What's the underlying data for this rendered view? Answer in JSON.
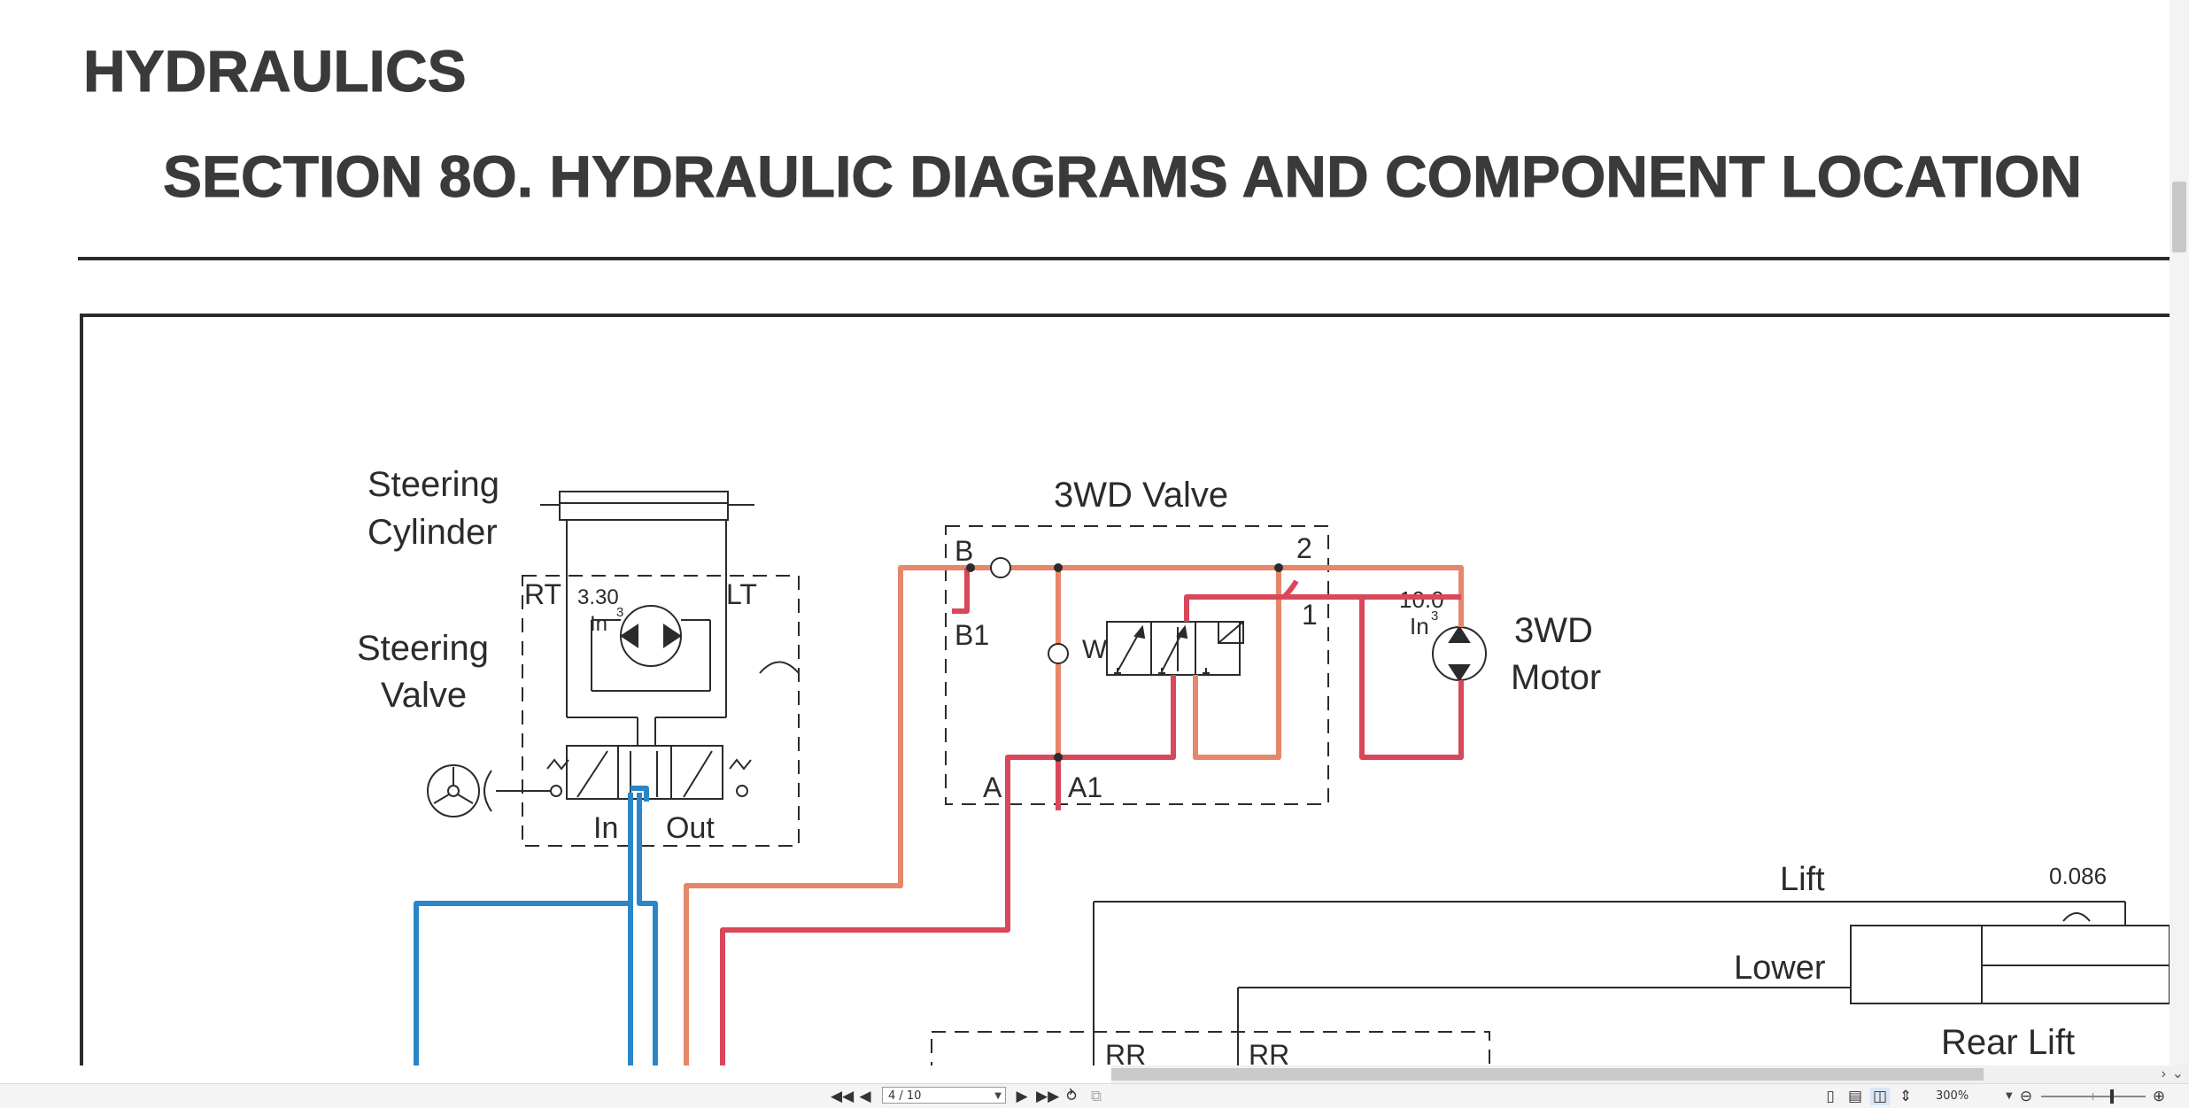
{
  "document": {
    "heading": "HYDRAULICS",
    "section_title": "SECTION 8O. HYDRAULIC DIAGRAMS AND COMPONENT LOCATION"
  },
  "diagram": {
    "steering_cylinder": [
      "Steering",
      "Cylinder"
    ],
    "steering_valve": [
      "Steering",
      "Valve"
    ],
    "rt": "RT",
    "lt": "LT",
    "steer_disp": "3.30",
    "steer_unit": "In",
    "steer_exp": "3",
    "port_in": "In",
    "port_out": "Out",
    "valve_3wd": "3WD Valve",
    "port_b": "B",
    "port_b1": "B1",
    "port_2": "2",
    "port_1": "1",
    "port_a": "A",
    "port_a1": "A1",
    "port_w": "W",
    "motor_disp": "10.0",
    "motor_unit": "In",
    "motor_exp": "3",
    "motor_label": [
      "3WD",
      "Motor"
    ],
    "lift": "Lift",
    "lower": "Lower",
    "orifice": "0.086",
    "rear_lift": "Rear Lift",
    "rr1": "RR",
    "rr2": "RR"
  },
  "toolbar": {
    "page_indicator": "4 / 10",
    "zoom": "300%"
  },
  "colors": {
    "pressure_red": "#d9475a",
    "supply_orange": "#e6866a",
    "return_blue": "#2a86c8",
    "ink": "#2b2b2b"
  }
}
